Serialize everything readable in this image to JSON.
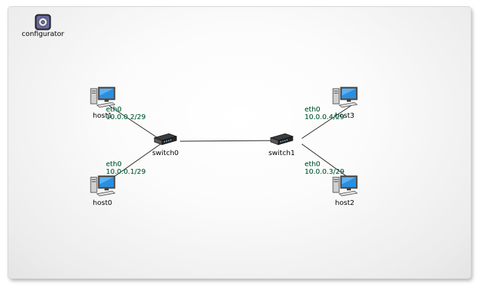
{
  "configurator": {
    "label": "configurator",
    "icon": "gear-icon"
  },
  "switches": [
    {
      "id": "switch0",
      "label": "switch0",
      "icon": "network-switch-icon"
    },
    {
      "id": "switch1",
      "label": "switch1",
      "icon": "network-switch-icon"
    }
  ],
  "hosts": [
    {
      "id": "host0",
      "label": "host0",
      "icon": "computer-icon",
      "iface": "eth0",
      "ip": "10.0.0.1/29"
    },
    {
      "id": "host1",
      "label": "host1",
      "icon": "computer-icon",
      "iface": "eth0",
      "ip": "10.0.0.2/29"
    },
    {
      "id": "host2",
      "label": "host2",
      "icon": "computer-icon",
      "iface": "eth0",
      "ip": "10.0.0.3/29"
    },
    {
      "id": "host3",
      "label": "host3",
      "icon": "computer-icon",
      "iface": "eth0",
      "ip": "10.0.0.4/29"
    }
  ],
  "colors": {
    "link": "#1a1a1a",
    "iface_text": "#005030",
    "canvas_edge": "#e4e4e4"
  }
}
